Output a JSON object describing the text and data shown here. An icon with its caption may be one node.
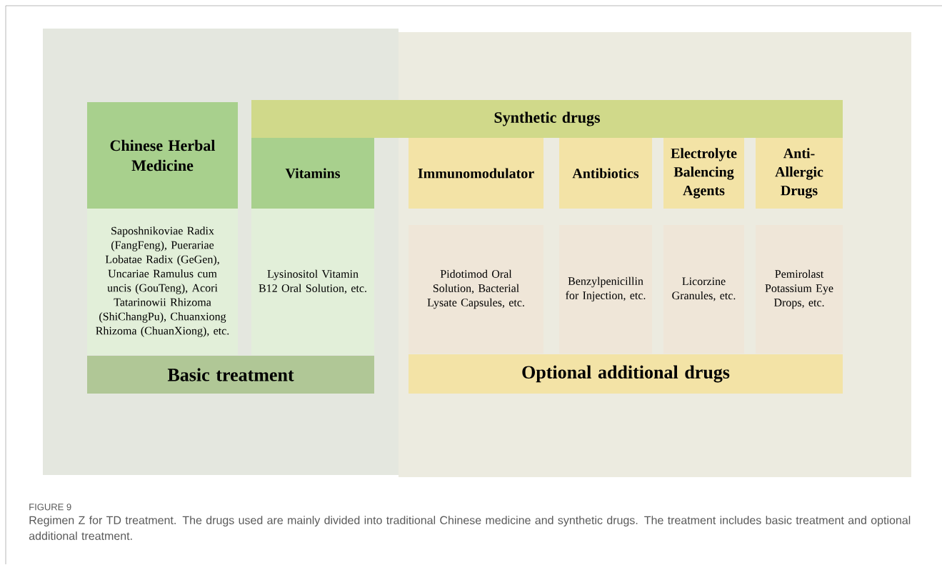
{
  "diagram": {
    "caption": "Regimen Z for TD treatment. The drugs used are mainly divided into traditional Chinese medicine and synthetic drugs. The treatment includes basic treatment and optional additional treatment.",
    "nodes": [
      {
        "text": [
          "Chinese Herbal Medicine"
        ]
      },
      {
        "text": [
          "Saposhnikoviae Radix (FangFeng), Puerariae Lobatae Radix (GeGen), Uncariae Ramulus cum uncis (GouTeng), Acori Tatarinowii Rhizoma (ShiChangPu), Chuanxiong Rhizoma (ChuanXiong), etc."
        ]
      },
      {
        "text": [
          "Synthetic drugs"
        ]
      },
      {
        "text": [
          "Vitamins"
        ]
      },
      {
        "text": [
          "Lysinositol Vitamin B12 Oral Solution, etc."
        ]
      },
      {
        "text": [
          "Immunomodulator"
        ]
      },
      {
        "text": [
          "Antibiotics"
        ]
      },
      {
        "text": [
          "Electrolyte Balencing Agents"
        ]
      },
      {
        "text": [
          "Anti-Allergic Drugs"
        ]
      },
      {
        "text": [
          "Pidotimod Oral Solution, Bacterial Lysate Capsules, etc."
        ]
      },
      {
        "text": [
          "Benzylpenicillin for Injection, etc."
        ]
      },
      {
        "text": [
          "Licorzine Granules, etc."
        ]
      },
      {
        "text": [
          "Pemirolast Potassium Eye Drops, etc."
        ]
      },
      {
        "text": [
          "Basic treatment"
        ]
      },
      {
        "text": [
          "Optional additional drugs"
        ]
      }
    ],
    "edges": [],
    "labels": [
      "FIGURE 9"
    ]
  }
}
